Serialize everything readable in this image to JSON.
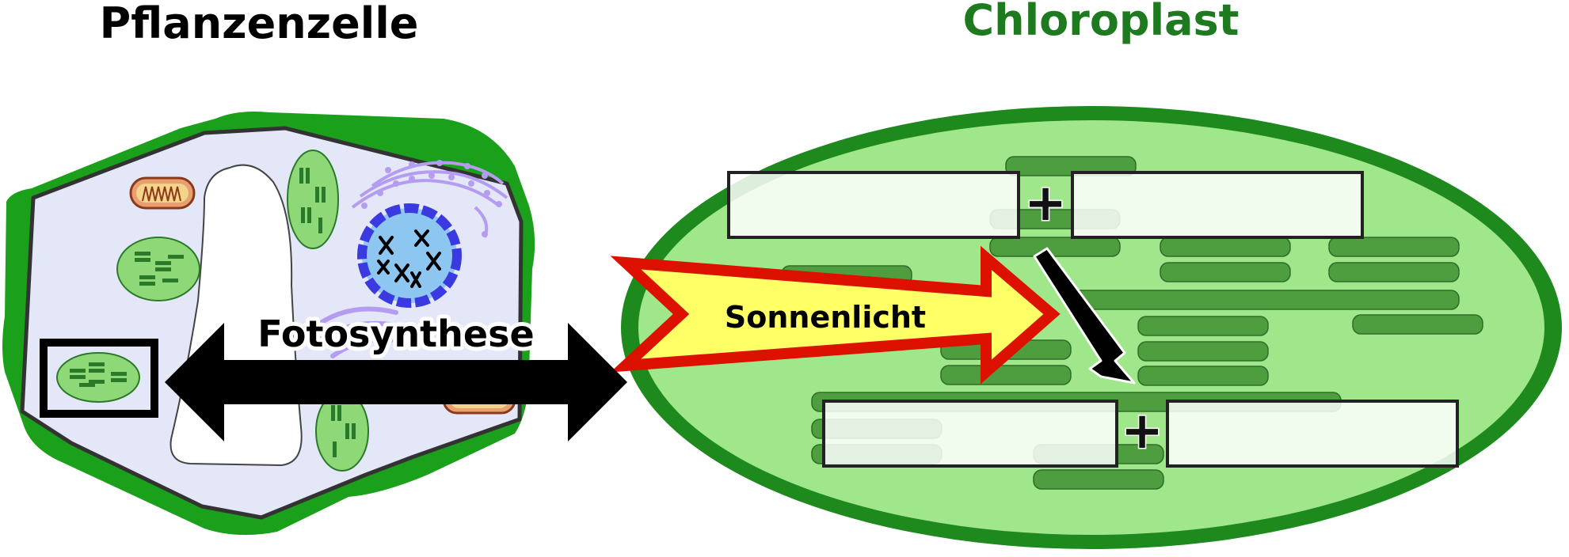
{
  "titles": {
    "cell": "Pflanzenzelle",
    "chloroplast": "Chloroplast"
  },
  "labels": {
    "photosynthesis": "Fotosynthese",
    "sunlight": "Sonnenlicht",
    "plus_top": "+",
    "plus_bottom": "+"
  },
  "answer_blanks": {
    "top_left": "",
    "top_right": "",
    "bottom_left": "",
    "bottom_right": ""
  },
  "colors": {
    "title_cell": "#000000",
    "title_chloroplast": "#1e7a1e",
    "cell_wall": "#1aa01a",
    "cytoplasm": "#e3e7f8",
    "chloroplast_outer": "#1e8a1e",
    "chloroplast_inner": "#a0e68a",
    "thylakoid": "#4e9e40",
    "arrow_fill": "#ffff66",
    "arrow_outline": "#dd1100",
    "nucleus": "#3a3ae0",
    "nucleus_inner": "#8ec6f2",
    "golgi": "#b49cf0"
  },
  "icons": [
    "mitochondrion-icon",
    "chromosome-icon",
    "double-arrow-icon",
    "down-arrow-icon"
  ]
}
